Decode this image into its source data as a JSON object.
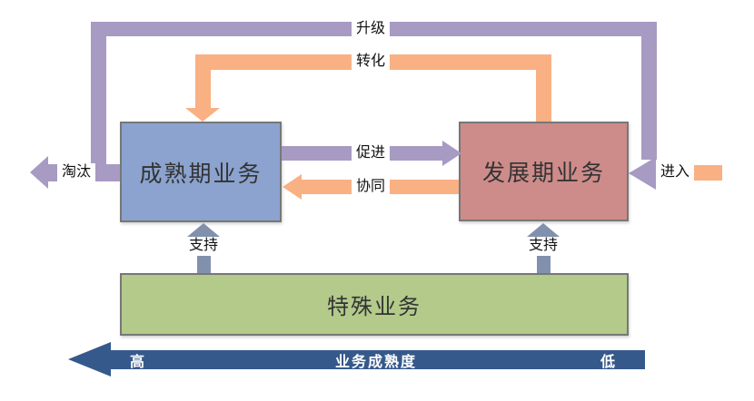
{
  "diagram": {
    "boxes": {
      "mature": "成熟期业务",
      "developing": "发展期业务",
      "special": "特殊业务"
    },
    "flows": {
      "upgrade": "升级",
      "transform": "转化",
      "promote": "促进",
      "synergy": "协同",
      "eliminate": "淘汰",
      "enter": "进入",
      "support_left": "支持",
      "support_right": "支持"
    },
    "axis": {
      "high": "高",
      "title": "业务成熟度",
      "low": "低"
    },
    "colors": {
      "purple_arrow": "#A79AC3",
      "orange_arrow": "#F9B083",
      "support_arrow": "#8191AD",
      "axis_bar": "#36598B",
      "mature_box": "#8BA3CE",
      "developing_box": "#CD8C8A",
      "special_box": "#B3CA8B",
      "box_border": "#777777",
      "background": "#FFFFFF"
    }
  }
}
